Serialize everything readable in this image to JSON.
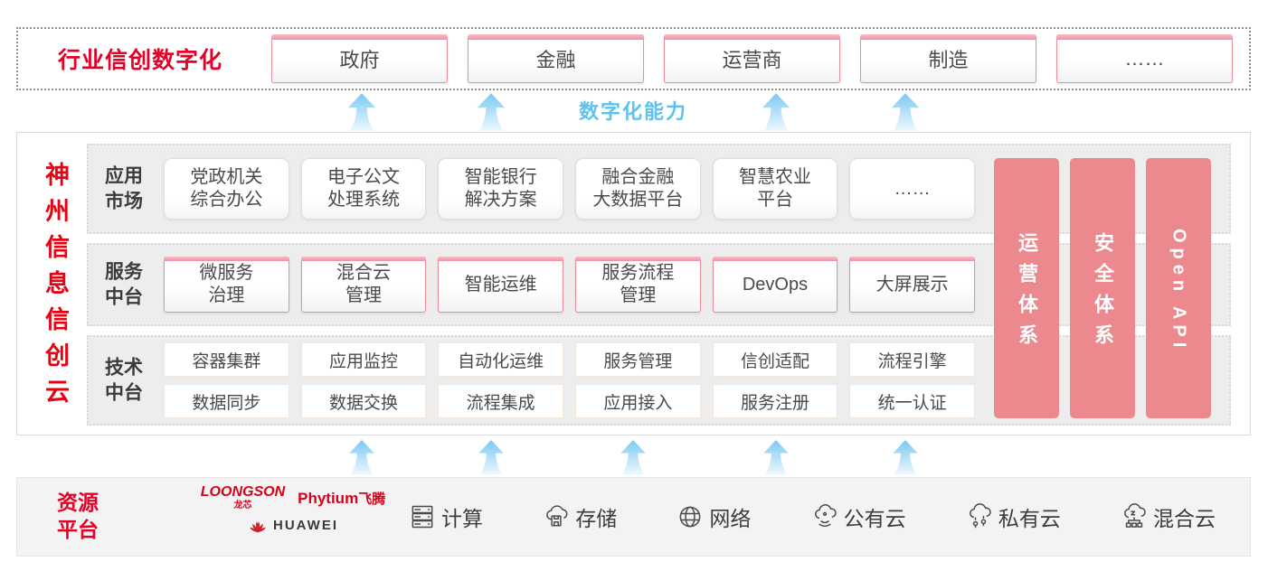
{
  "colors": {
    "accent_red": "#e60027",
    "bar_pink": "#ec898f",
    "capability_blue": "#5fc2ee"
  },
  "top_banner": {
    "title": "行业信创数字化",
    "industries": [
      "政府",
      "金融",
      "运营商",
      "制造",
      "……"
    ]
  },
  "capability_label": "数字化能力",
  "platform": {
    "brand_vertical": "神州信息信创云",
    "rows": [
      {
        "label": "应用\n市场",
        "items": [
          "党政机关\n综合办公",
          "电子公文\n处理系统",
          "智能银行\n解决方案",
          "融合金融\n大数据平台",
          "智慧农业\n平台",
          "……"
        ]
      },
      {
        "label": "服务\n中台",
        "items": [
          "微服务\n治理",
          "混合云\n管理",
          "智能运维",
          "服务流程\n管理",
          "DevOps",
          "大屏展示"
        ]
      },
      {
        "label": "技术\n中台",
        "items_row1": [
          "容器集群",
          "应用监控",
          "自动化运维",
          "服务管理",
          "信创适配",
          "流程引擎"
        ],
        "items_row2": [
          "数据同步",
          "数据交换",
          "流程集成",
          "应用接入",
          "服务注册",
          "统一认证"
        ]
      }
    ],
    "side_bars": [
      "运营体系",
      "安全体系",
      "Open API"
    ]
  },
  "resource": {
    "title": "资源\n平台",
    "vendors": {
      "loongson": "LOONGSON",
      "loongson_cn": "龙芯",
      "phytium": "Phytium",
      "phytium_cn": "飞腾",
      "huawei": "HUAWEI"
    },
    "items": [
      {
        "icon": "compute-icon",
        "label": "计算"
      },
      {
        "icon": "storage-icon",
        "label": "存储"
      },
      {
        "icon": "network-icon",
        "label": "网络"
      },
      {
        "icon": "public-cloud-icon",
        "label": "公有云"
      },
      {
        "icon": "private-cloud-icon",
        "label": "私有云"
      },
      {
        "icon": "hybrid-cloud-icon",
        "label": "混合云"
      }
    ]
  }
}
